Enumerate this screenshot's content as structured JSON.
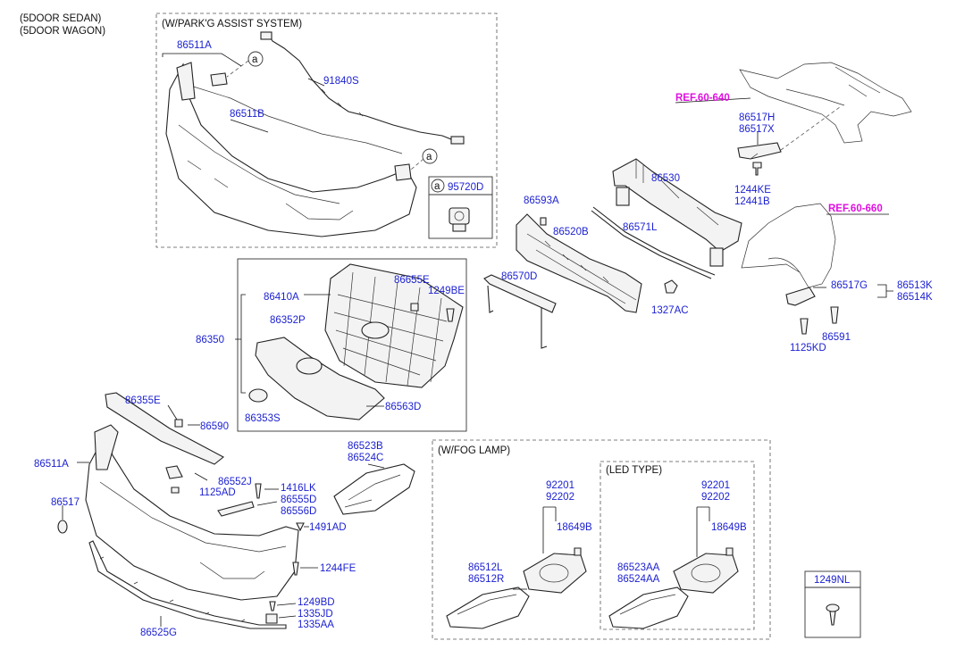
{
  "variants": [
    "(5DOOR SEDAN)",
    "(5DOOR WAGON)"
  ],
  "groups": {
    "park_assist": "(W/PARK'G ASSIST SYSTEM)",
    "fog_lamp": "(W/FOG LAMP)",
    "led_type": "(LED TYPE)",
    "callout_a": "a"
  },
  "refs": {
    "ref_640": "REF.60-640",
    "ref_660": "REF.60-660"
  },
  "parts": {
    "p86511A_top": "86511A",
    "p91840S": "91840S",
    "p86511B": "86511B",
    "p95720D": "95720D",
    "p86530": "86530",
    "p86517H": "86517H",
    "p86517X": "86517X",
    "p1244KE": "1244KE",
    "p12441B": "12441B",
    "p86593A": "86593A",
    "p86520B": "86520B",
    "p86571L": "86571L",
    "p86570D": "86570D",
    "p1327AC": "1327AC",
    "p86517G": "86517G",
    "p86513K": "86513K",
    "p86514K": "86514K",
    "p1125KD": "1125KD",
    "p86591": "86591",
    "p86655E": "86655E",
    "p1249BE": "1249BE",
    "p86410A": "86410A",
    "p86352P": "86352P",
    "p86350": "86350",
    "p86353S": "86353S",
    "p86563D": "86563D",
    "p86355E": "86355E",
    "p86590": "86590",
    "p86511A_bot": "86511A",
    "p86552J": "86552J",
    "p1125AD": "1125AD",
    "p1416LK": "1416LK",
    "p86555D": "86555D",
    "p86556D": "86556D",
    "p86517": "86517",
    "p1491AD": "1491AD",
    "p1244FE": "1244FE",
    "p1249BD": "1249BD",
    "p1335JD": "1335JD",
    "p1335AA": "1335AA",
    "p86525G": "86525G",
    "p86523B": "86523B",
    "p86524C": "86524C",
    "p92201_fog": "92201",
    "p92202_fog": "92202",
    "p18649B_fog": "18649B",
    "p86512L": "86512L",
    "p86512R": "86512R",
    "p92201_led": "92201",
    "p92202_led": "92202",
    "p18649B_led": "18649B",
    "p86523AA": "86523AA",
    "p86524AA": "86524AA",
    "p1249NL": "1249NL"
  },
  "colors": {
    "part_number": "#1a1fd0",
    "reference": "#e010e0",
    "line": "#222222"
  }
}
